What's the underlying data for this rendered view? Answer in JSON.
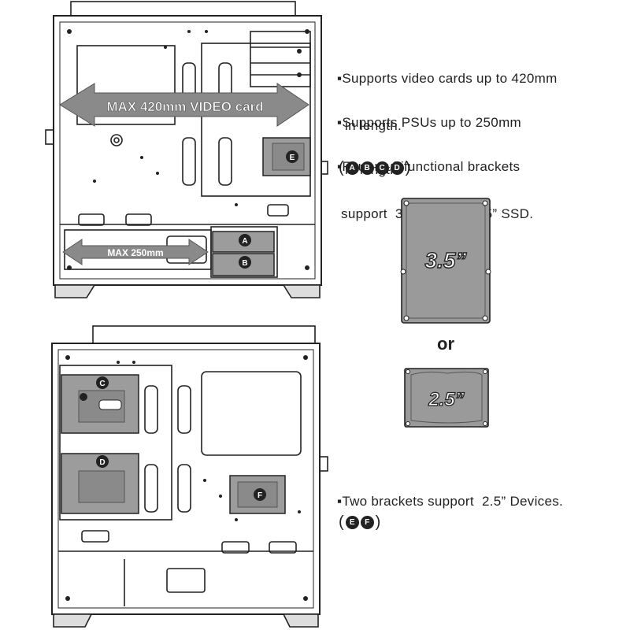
{
  "top_case": {
    "arrow_video": "MAX 420mm VIDEO card",
    "arrow_psu": "MAX 250mm",
    "bracket_a": "A",
    "bracket_b": "B",
    "bracket_e": "E"
  },
  "bottom_case": {
    "bracket_c": "C",
    "bracket_d": "D",
    "bracket_f": "F"
  },
  "features": [
    {
      "line1": "▪Supports video cards up to 420mm",
      "line2": "  in length."
    },
    {
      "line1": "▪Supports PSUs up to 250mm",
      "line2": "  in length."
    },
    {
      "line1": "▪Four multifunctional brackets",
      "line2": " support  3.5” HDD or 2.5” SSD."
    }
  ],
  "feature_badges_1": [
    "A",
    "B",
    "C",
    "D"
  ],
  "drive_35_label": "3.5”",
  "or_label": "or",
  "drive_25_label": "2.5”",
  "feature_4": "▪Two brackets support  2.5” Devices.",
  "feature_badges_2": [
    "E",
    "F"
  ],
  "colors": {
    "line": "#222222",
    "arrow": "#8a8a8a",
    "bracket": "#9c9c9c",
    "drive": "#9a9a9a"
  }
}
